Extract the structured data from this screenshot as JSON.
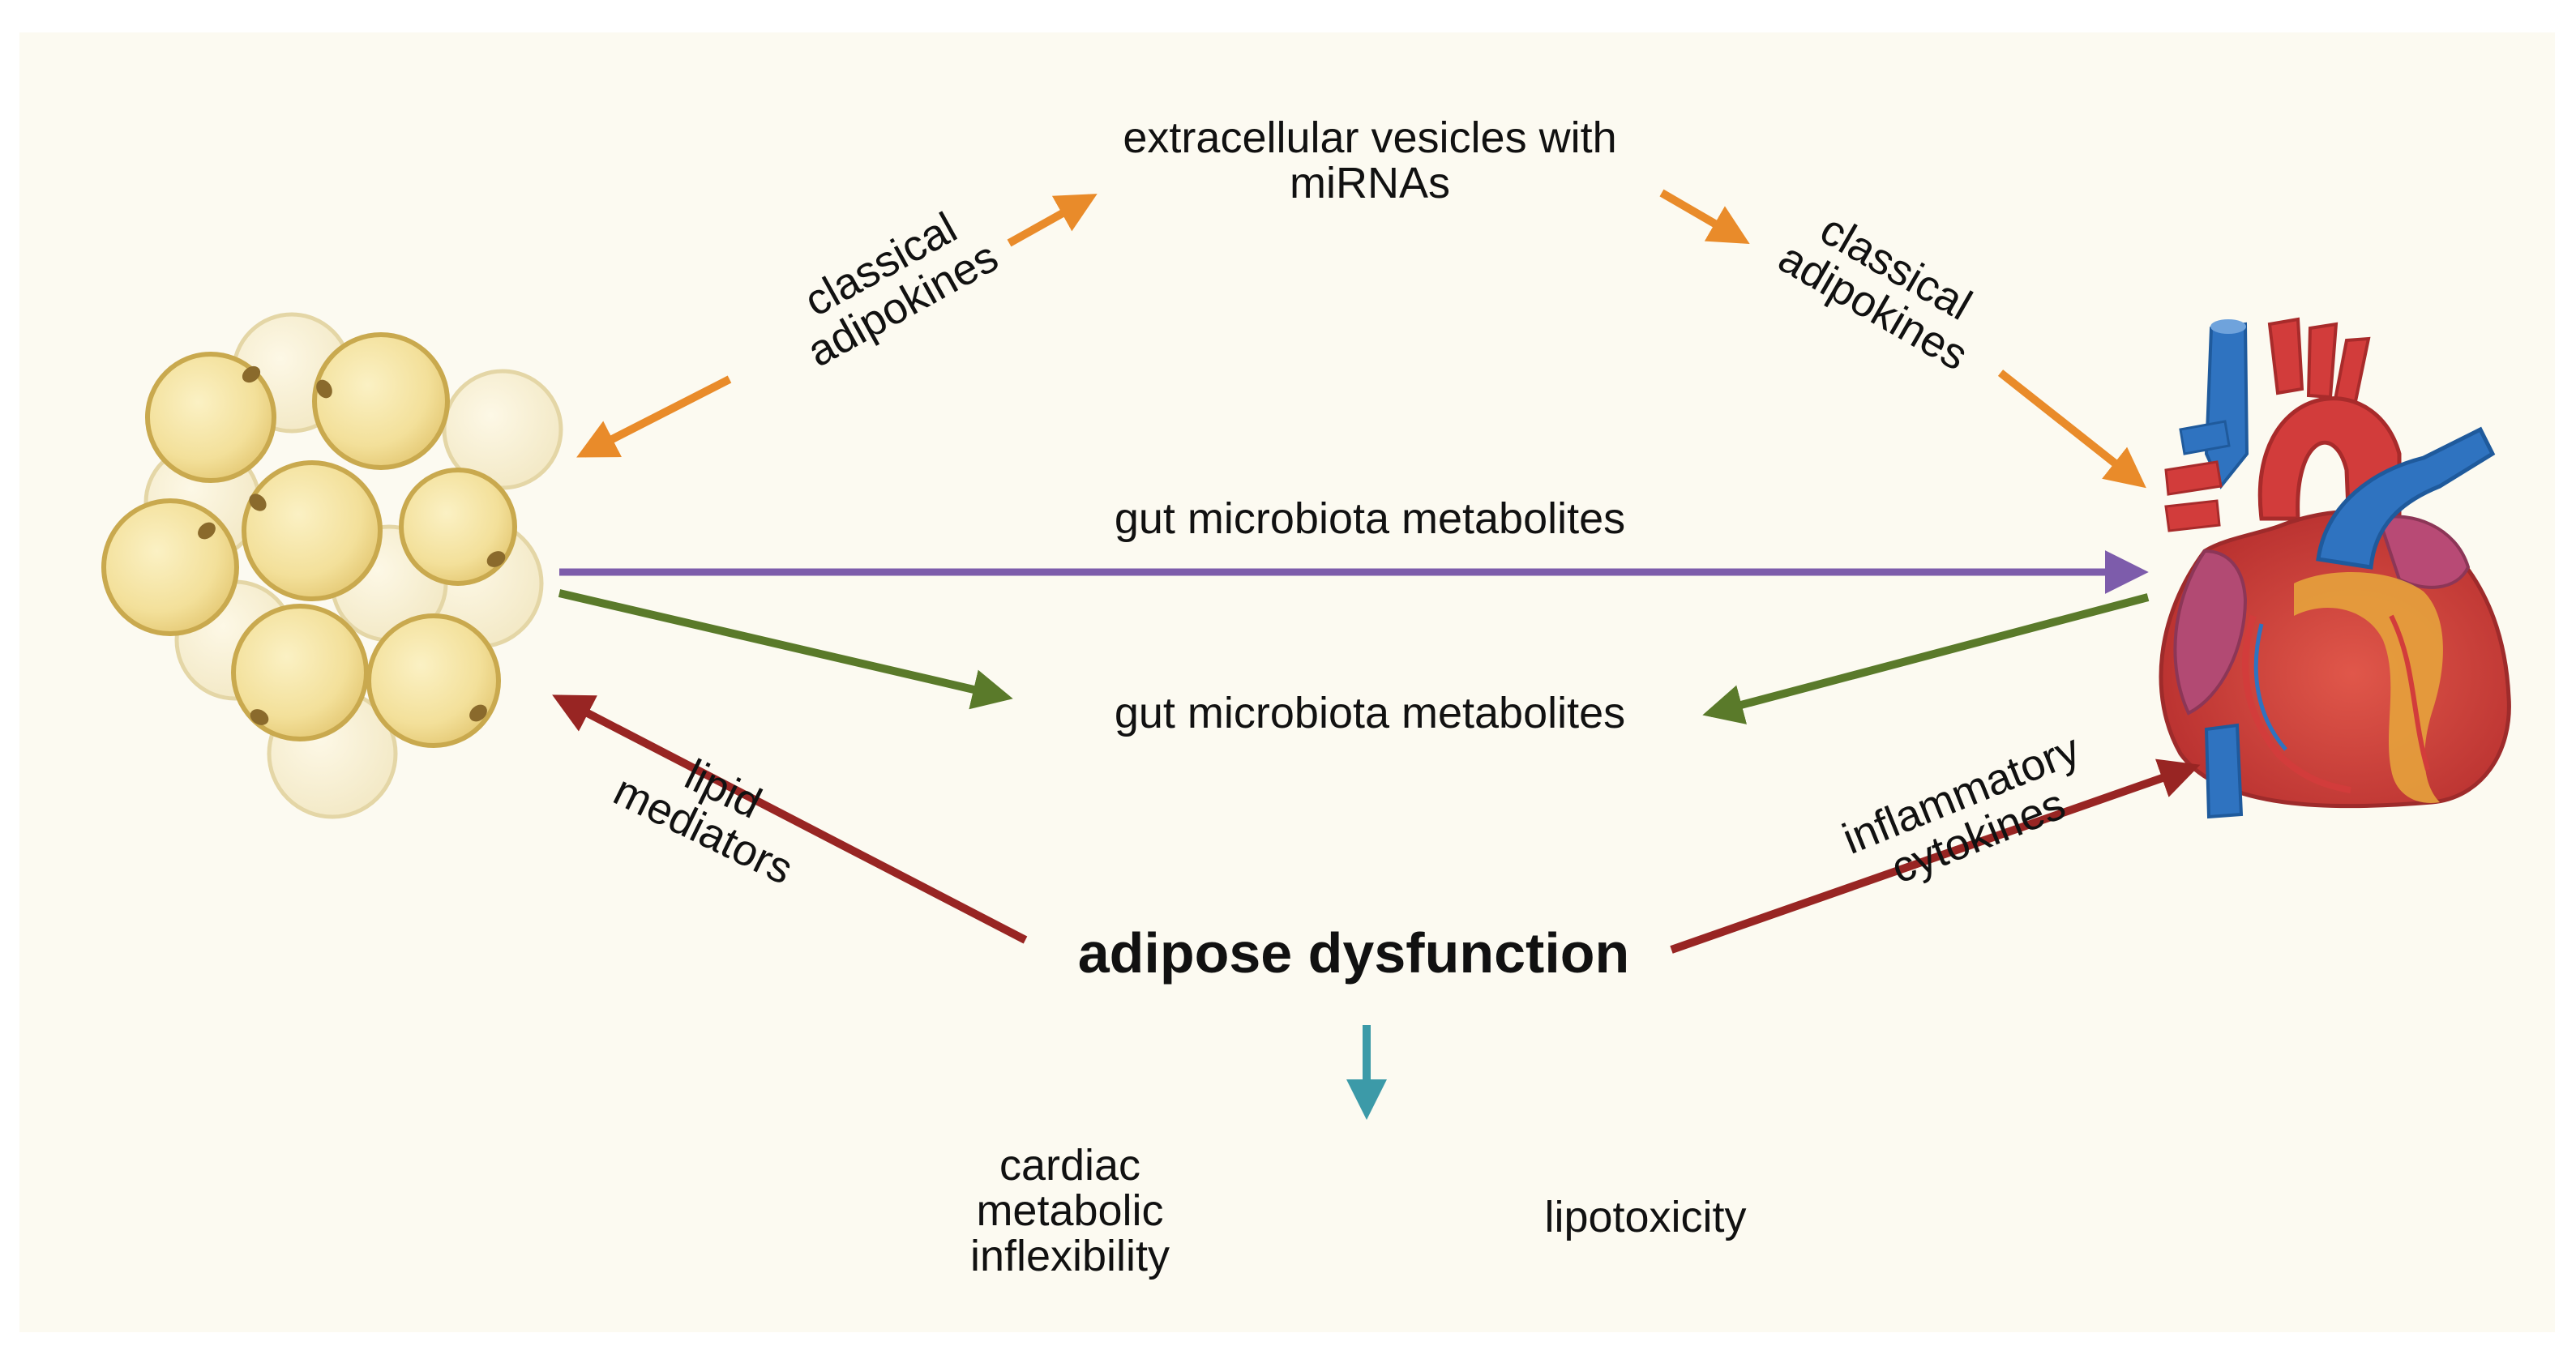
{
  "labels": {
    "ev_line1": "extracellular vesicles with",
    "ev_line2": "miRNAs",
    "adipo_left_line1": "classical",
    "adipo_left_line2": "adipokines",
    "adipo_right_line1": "classical",
    "adipo_right_line2": "adipokines",
    "gut_top": "gut microbiota metabolites",
    "gut_mid": "gut microbiota metabolites",
    "lipid_line1": "lipid",
    "lipid_line2": "mediators",
    "inflam_line1": "inflammatory",
    "inflam_line2": "cytokines",
    "center": "adipose dysfunction",
    "cardiac_line1": "cardiac",
    "cardiac_line2": "metabolic",
    "cardiac_line3": "inflexibility",
    "lipotox": "lipotoxicity"
  },
  "icons": {
    "adipocytes": "adipocyte-cluster-icon",
    "heart": "heart-icon"
  },
  "colors": {
    "background": "#fcfaf1",
    "orange_arrow": "#e98b2a",
    "purple_arrow": "#7d5cab",
    "green_arrow": "#5a7a2a",
    "red_arrow": "#982523",
    "teal_arrow": "#3c9aa8",
    "fat_cell": "#f4e4a0",
    "heart_red": "#cf3c3a",
    "vessel_blue": "#2f73c0"
  }
}
